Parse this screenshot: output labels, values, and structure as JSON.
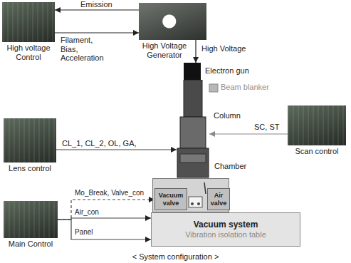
{
  "diagram": {
    "caption": "< System configuration >",
    "nodes": [
      {
        "text": [
          "High voltage Control"
        ]
      },
      {
        "text": [
          "High Voltage Generator"
        ]
      },
      {
        "text": [
          "Lens control"
        ]
      },
      {
        "text": [
          "Main Control"
        ]
      },
      {
        "text": [
          "Scan control"
        ]
      },
      {
        "text": [
          "Electron gun"
        ]
      },
      {
        "text": [
          "Column"
        ]
      },
      {
        "text": [
          "Chamber"
        ]
      },
      {
        "text": [
          "Vacuum valve"
        ],
        "in": 7
      },
      {
        "text": [
          "Air valve"
        ],
        "in": 7
      },
      {
        "text": [
          "Vacuum system",
          "Vibration isolation table"
        ]
      }
    ],
    "edges": [
      {
        "from": 1,
        "to": 0,
        "arrow": "to",
        "label": "Emission"
      },
      {
        "from": 0,
        "to": 1,
        "arrow": "to",
        "label": "Filament, Bias, Acceleration"
      },
      {
        "from": 1,
        "to": 5,
        "arrow": "to",
        "label": "High Voltage"
      },
      {
        "from": 2,
        "to": 6,
        "arrow": "to",
        "label": "CL_1, CL_2, OL, GA,"
      },
      {
        "from": 3,
        "to": 8,
        "arrow": "to",
        "label": "Mo_Break, Valve_con"
      },
      {
        "from": 3,
        "to": 10,
        "arrow": "to",
        "label": "Air_con"
      },
      {
        "from": 3,
        "to": 10,
        "arrow": "to",
        "label": "Panel"
      },
      {
        "from": 4,
        "to": 6,
        "arrow": "to",
        "label": "SC, ST"
      }
    ],
    "labels": [
      "Beam blanker"
    ]
  }
}
